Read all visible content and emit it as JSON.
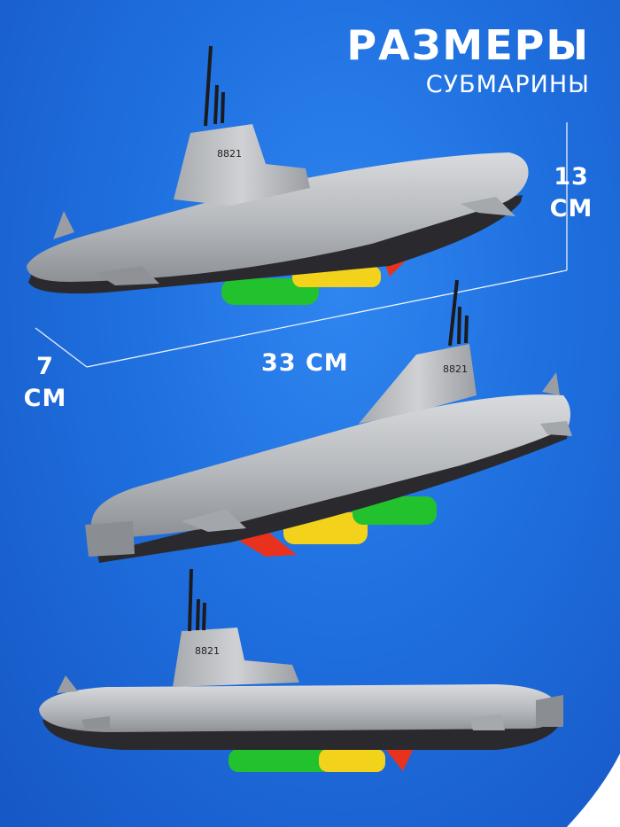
{
  "header": {
    "title": "РАЗМЕРЫ",
    "subtitle": "СУБМАРИНЫ"
  },
  "dimensions": {
    "height": {
      "value": "13",
      "unit": "СМ"
    },
    "length": {
      "value": "33",
      "unit": "СМ",
      "text": "33 СМ"
    },
    "width": {
      "value": "7",
      "unit": "СМ"
    }
  },
  "hull_number": "8821",
  "colors": {
    "background": "#1f6fdf",
    "hull_silver": "#b9bcc0",
    "hull_dark": "#2a2a2e",
    "torpedo_green": "#22c22e",
    "torpedo_yellow": "#f2d21a",
    "torpedo_red": "#e8321e",
    "text": "#ffffff"
  }
}
